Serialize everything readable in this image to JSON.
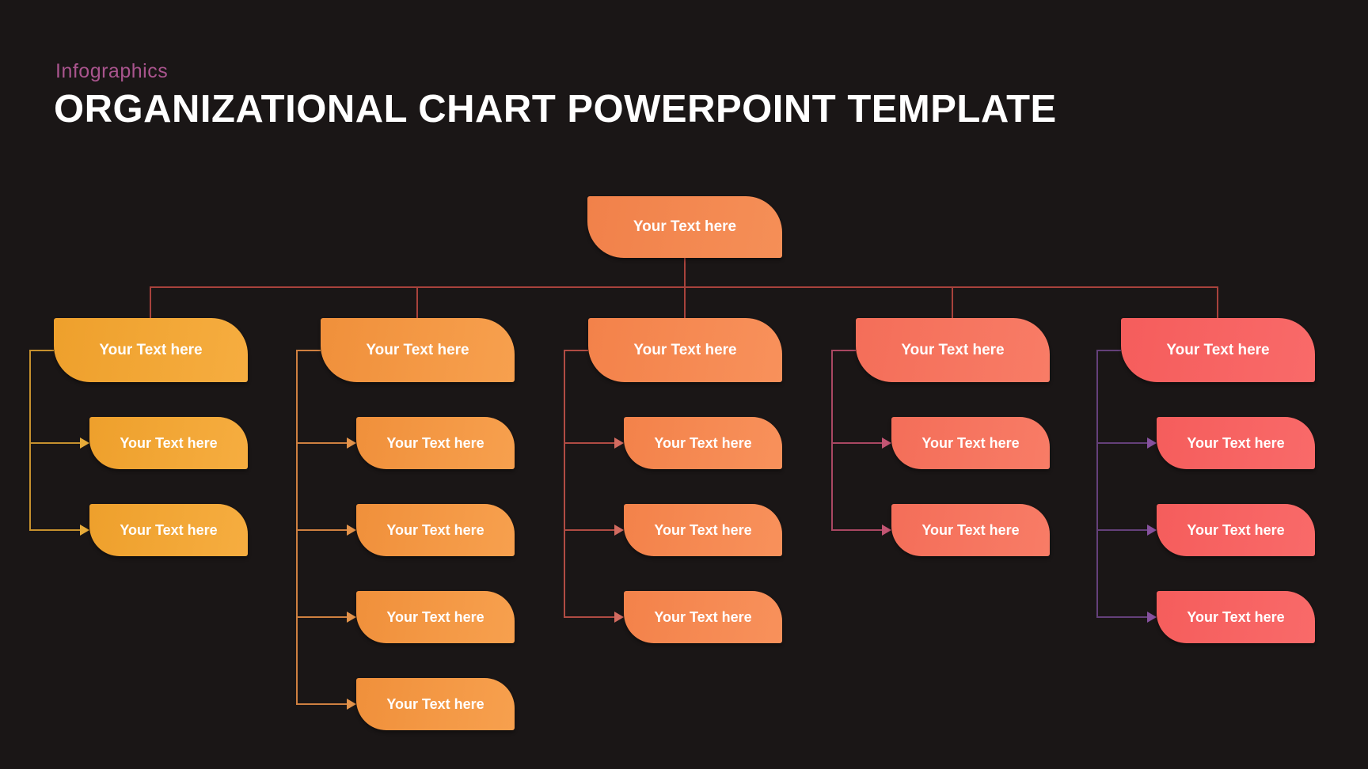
{
  "slide": {
    "background_color": "#1a1616",
    "eyebrow": "Infographics",
    "eyebrow_color": "#a9548d",
    "title": "ORGANIZATIONAL CHART POWERPOINT TEMPLATE",
    "title_color": "#ffffff"
  },
  "org_chart": {
    "placeholder_text": "Your Text here",
    "connector_color": "#a8423c",
    "root": {
      "label": "Your Text here",
      "accent": "#f2864f"
    },
    "columns": [
      {
        "name": "branch-1",
        "accent": "#f2a636",
        "line_color": "#c6912e",
        "arrow_color": "#e7ab39",
        "parent": {
          "label": "Your Text here"
        },
        "children": [
          {
            "label": "Your Text here"
          },
          {
            "label": "Your Text here"
          }
        ]
      },
      {
        "name": "branch-2",
        "accent": "#f39844",
        "line_color": "#cf8040",
        "arrow_color": "#e2924a",
        "parent": {
          "label": "Your Text here"
        },
        "children": [
          {
            "label": "Your Text here"
          },
          {
            "label": "Your Text here"
          },
          {
            "label": "Your Text here"
          },
          {
            "label": "Your Text here"
          }
        ]
      },
      {
        "name": "branch-3",
        "accent": "#f58a52",
        "line_color": "#b04b43",
        "arrow_color": "#d26b60",
        "parent": {
          "label": "Your Text here"
        },
        "children": [
          {
            "label": "Your Text here"
          },
          {
            "label": "Your Text here"
          },
          {
            "label": "Your Text here"
          }
        ]
      },
      {
        "name": "branch-4",
        "accent": "#f5745e",
        "line_color": "#a94762",
        "arrow_color": "#c35573",
        "parent": {
          "label": "Your Text here"
        },
        "children": [
          {
            "label": "Your Text here"
          },
          {
            "label": "Your Text here"
          }
        ]
      },
      {
        "name": "branch-5",
        "accent": "#f76262",
        "line_color": "#64407a",
        "arrow_color": "#85519d",
        "parent": {
          "label": "Your Text here"
        },
        "children": [
          {
            "label": "Your Text here"
          },
          {
            "label": "Your Text here"
          },
          {
            "label": "Your Text here"
          }
        ]
      }
    ]
  }
}
